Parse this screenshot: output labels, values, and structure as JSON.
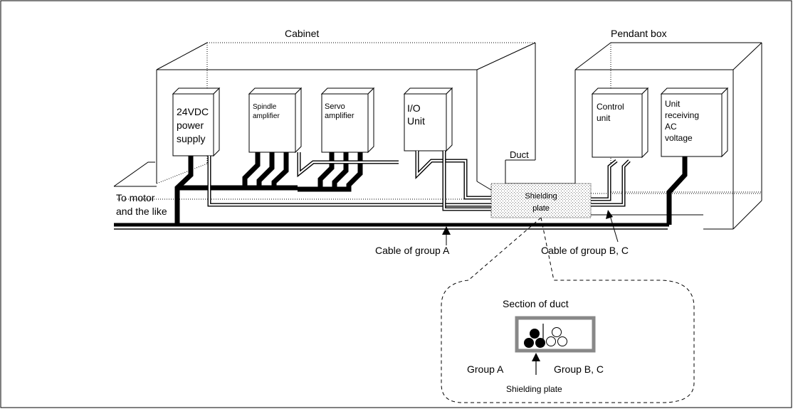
{
  "labels": {
    "cabinet": "Cabinet",
    "pendant_box": "Pendant box",
    "psu_line1": "24VDC",
    "psu_line2": "power",
    "psu_line3": "supply",
    "spindle_line1": "Spindle",
    "spindle_line2": "amplifier",
    "servo_line1": "Servo",
    "servo_line2": "amplifier",
    "io_line1": "I/O",
    "io_line2": "Unit",
    "control_line1": "Control",
    "control_line2": "unit",
    "ac_line1": "Unit",
    "ac_line2": "receiving",
    "ac_line3": "AC",
    "ac_line4": "voltage",
    "duct": "Duct",
    "shield_line1": "Shielding",
    "shield_line2": "plate",
    "motor_line1": "To motor",
    "motor_line2": "and the like",
    "cable_a": "Cable of group A",
    "cable_bc": "Cable of group B, C",
    "section_of_duct": "Section of duct",
    "group_a": "Group A",
    "group_bc": "Group B, C",
    "shielding_plate": "Shielding plate"
  }
}
